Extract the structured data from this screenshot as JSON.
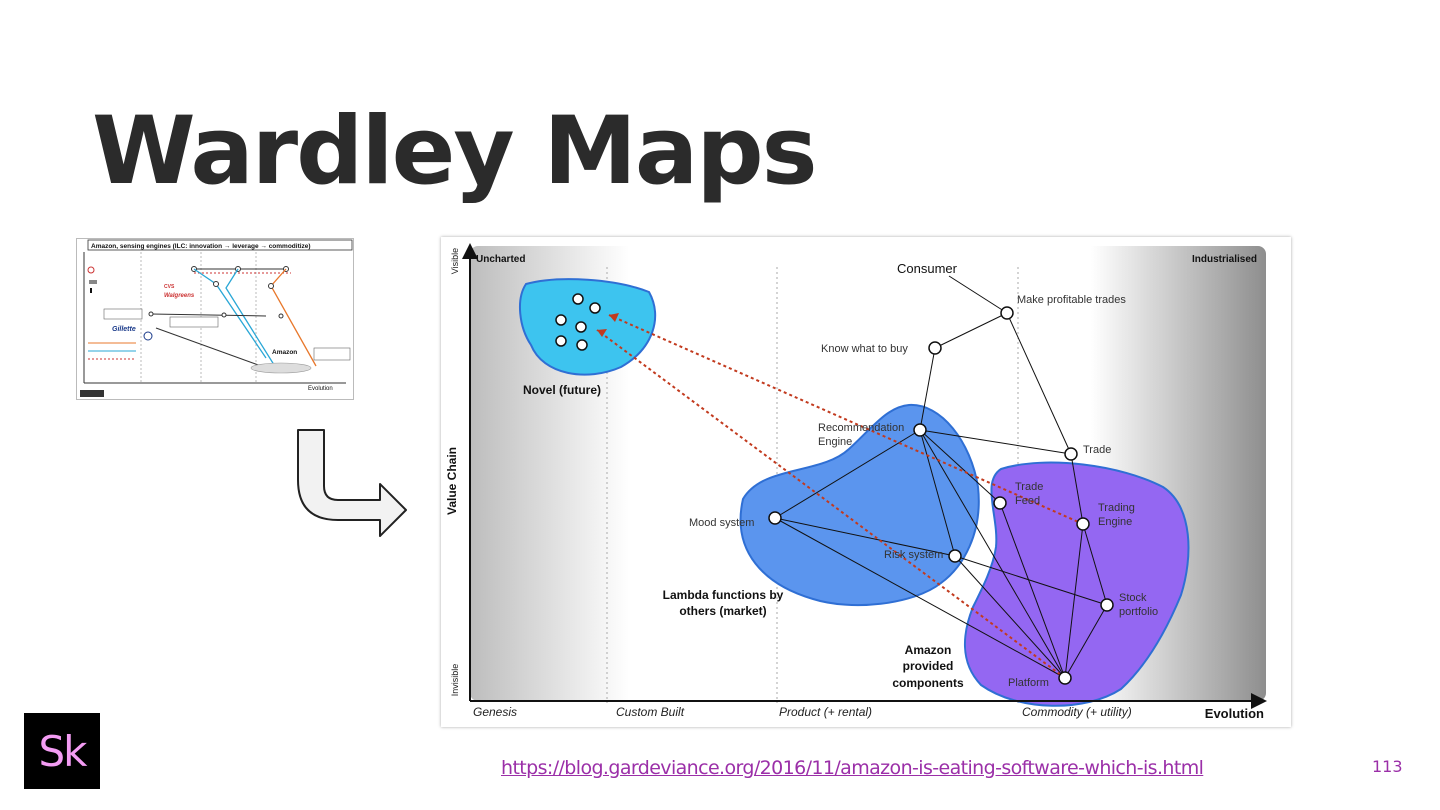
{
  "slide": {
    "title": "Wardley Maps",
    "link": "https://blog.gardeviance.org/2016/11/amazon-is-eating-software-which-is.html",
    "page_number": "113",
    "logo": "Sk"
  },
  "thumbnail": {
    "header": "Amazon, sensing engines (ILC: innovation → leverage → commoditize)",
    "labels": [
      "Amazon",
      "Gillette",
      "Walgreens",
      "Evolution"
    ]
  },
  "map": {
    "y_axis": "Value Chain",
    "y_top": "Visible",
    "y_bottom": "Invisible",
    "x_axis": "Evolution",
    "corner_left": "Uncharted",
    "corner_right": "Industrialised",
    "stages": [
      "Genesis",
      "Custom Built",
      "Product (+ rental)",
      "Commodity (+ utility)"
    ],
    "components": {
      "consumer": "Consumer",
      "make_trades": "Make profitable trades",
      "know_buy": "Know what to buy",
      "rec_engine_1": "Recommendation",
      "rec_engine_2": "Engine",
      "trade": "Trade",
      "trade_feed_1": "Trade",
      "trade_feed_2": "Feed",
      "trading_engine_1": "Trading",
      "trading_engine_2": "Engine",
      "mood": "Mood system",
      "risk": "Risk system",
      "stock_1": "Stock",
      "stock_2": "portfolio",
      "platform": "Platform"
    },
    "regions": {
      "novel": "Novel (future)",
      "lambda_1": "Lambda functions by",
      "lambda_2": "others (market)",
      "amazon_1": "Amazon",
      "amazon_2": "provided",
      "amazon_3": "components"
    },
    "colors": {
      "novel_fill": "#3dc4ef",
      "lambda_fill": "#5b95ee",
      "amazon_fill": "#9467f2",
      "region_stroke": "#2f6fd4",
      "flow_line": "#c23a1e"
    }
  }
}
